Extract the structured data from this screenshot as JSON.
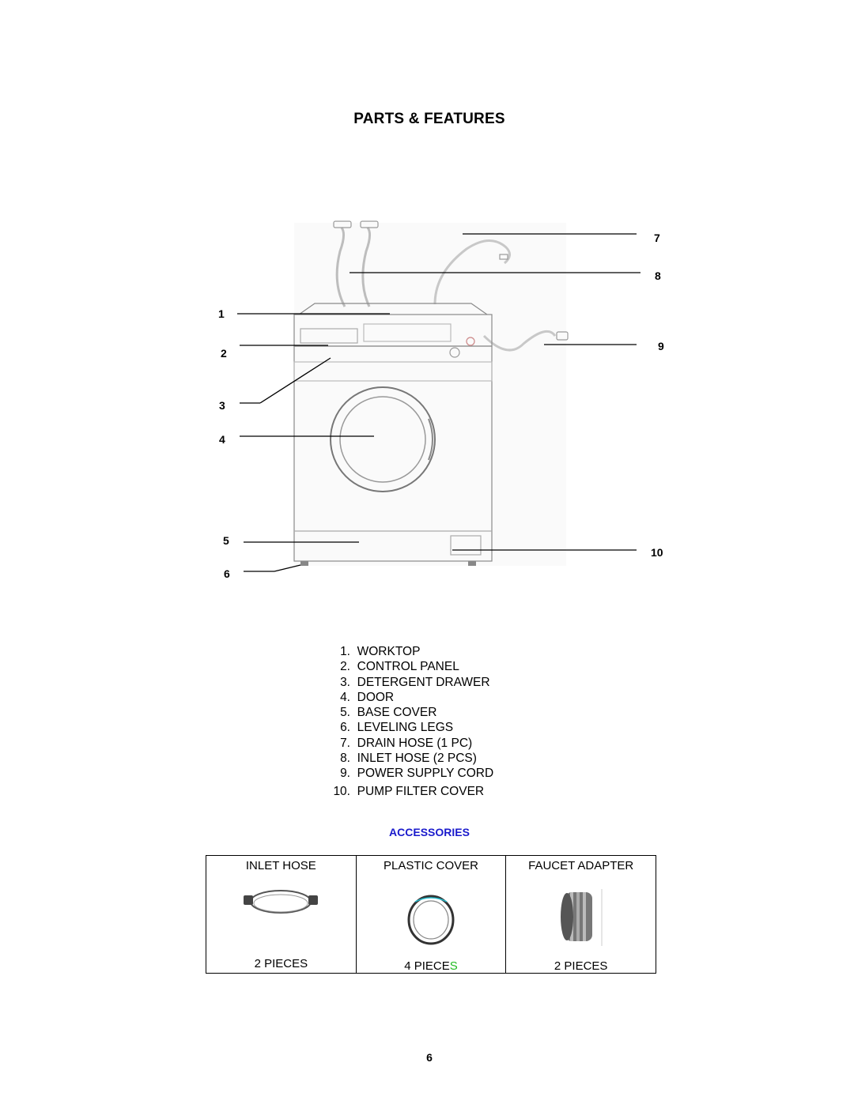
{
  "page": {
    "title": "PARTS & FEATURES",
    "page_number": "6"
  },
  "diagram": {
    "callouts": [
      "1",
      "2",
      "3",
      "4",
      "5",
      "6",
      "7",
      "8",
      "9",
      "10"
    ]
  },
  "parts": [
    {
      "num": "1.",
      "label": "WORKTOP"
    },
    {
      "num": "2.",
      "label": "CONTROL PANEL"
    },
    {
      "num": "3.",
      "label": "DETERGENT DRAWER"
    },
    {
      "num": "4.",
      "label": "DOOR"
    },
    {
      "num": "5.",
      "label": "BASE COVER"
    },
    {
      "num": "6.",
      "label": "LEVELING LEGS"
    },
    {
      "num": "7.",
      "label": "DRAIN HOSE (1 PC)"
    },
    {
      "num": "8.",
      "label": "INLET HOSE (2 PCS)"
    },
    {
      "num": "9.",
      "label": "POWER SUPPLY CORD"
    },
    {
      "num": "10.",
      "label": "PUMP FILTER COVER"
    }
  ],
  "accessories": {
    "heading": "ACCESSORIES",
    "heading_color": "#1a1acc",
    "items": [
      {
        "name": "INLET HOSE",
        "qty": "2 PIECES",
        "icon": "inlet-hose-icon"
      },
      {
        "name": "PLASTIC COVER",
        "qty_main": "4 PIECE",
        "qty_suffix": "S",
        "suffix_color": "#22bb22",
        "icon": "plastic-cover-icon"
      },
      {
        "name": "FAUCET ADAPTER",
        "qty": "2 PIECES",
        "icon": "faucet-adapter-icon"
      }
    ]
  }
}
